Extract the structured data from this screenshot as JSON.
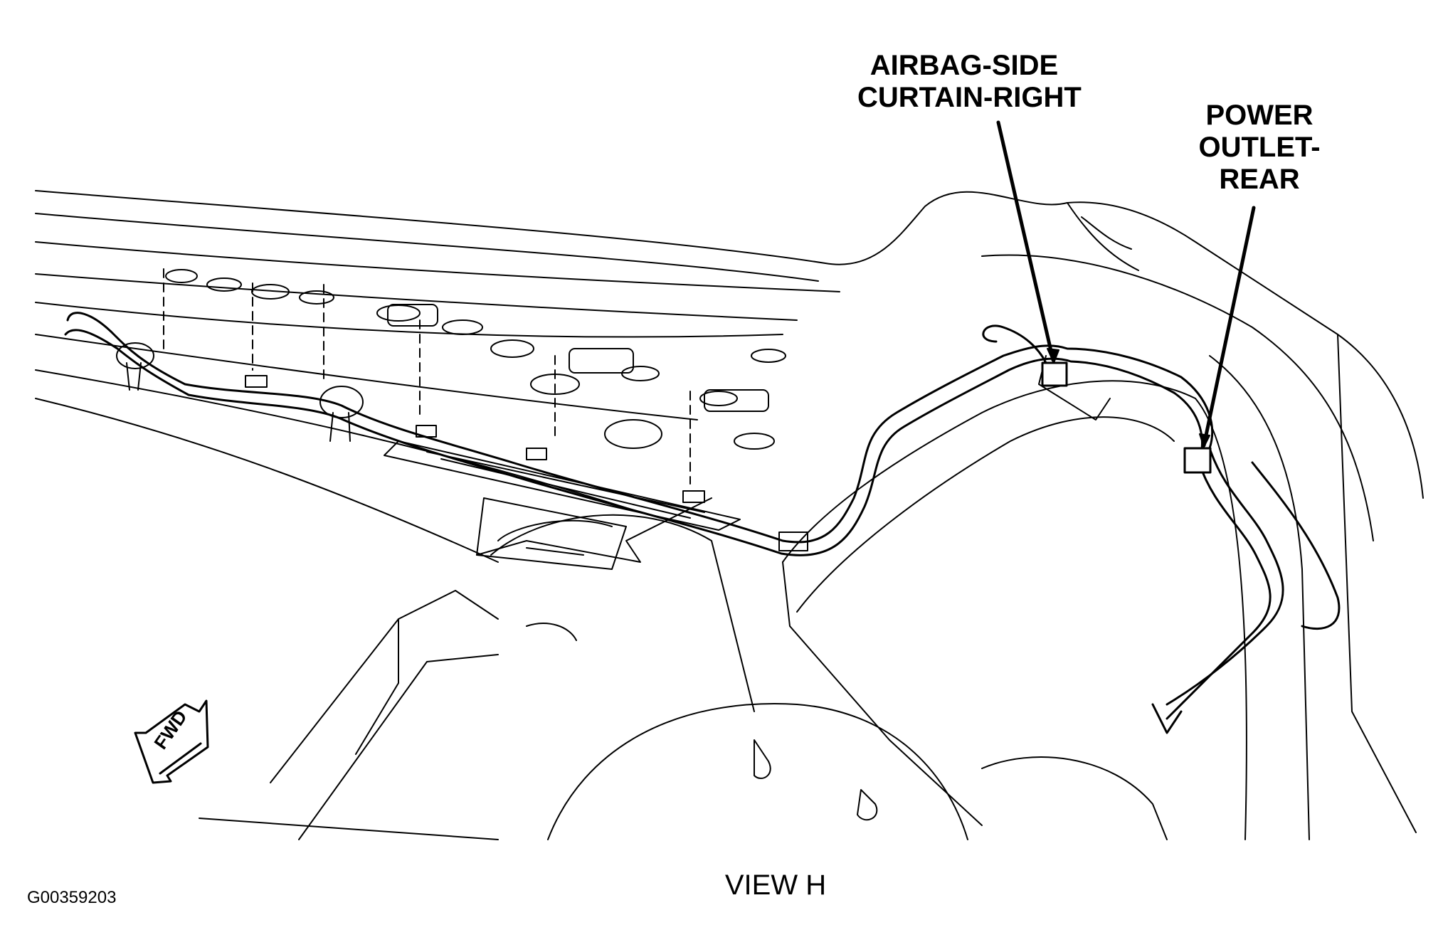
{
  "callouts": [
    {
      "id": "airbag-side-curtain-right",
      "lines": [
        "AIRBAG-SIDE",
        "CURTAIN-RIGHT"
      ]
    },
    {
      "id": "power-outlet-rear",
      "lines": [
        "POWER",
        "OUTLET-",
        "REAR"
      ]
    }
  ],
  "direction_indicator": {
    "label": "FWD",
    "icon": "forward-arrow-icon"
  },
  "view_title": "VIEW H",
  "figure_id": "G00359203",
  "colors": {
    "ink": "#000000",
    "background": "#ffffff"
  }
}
